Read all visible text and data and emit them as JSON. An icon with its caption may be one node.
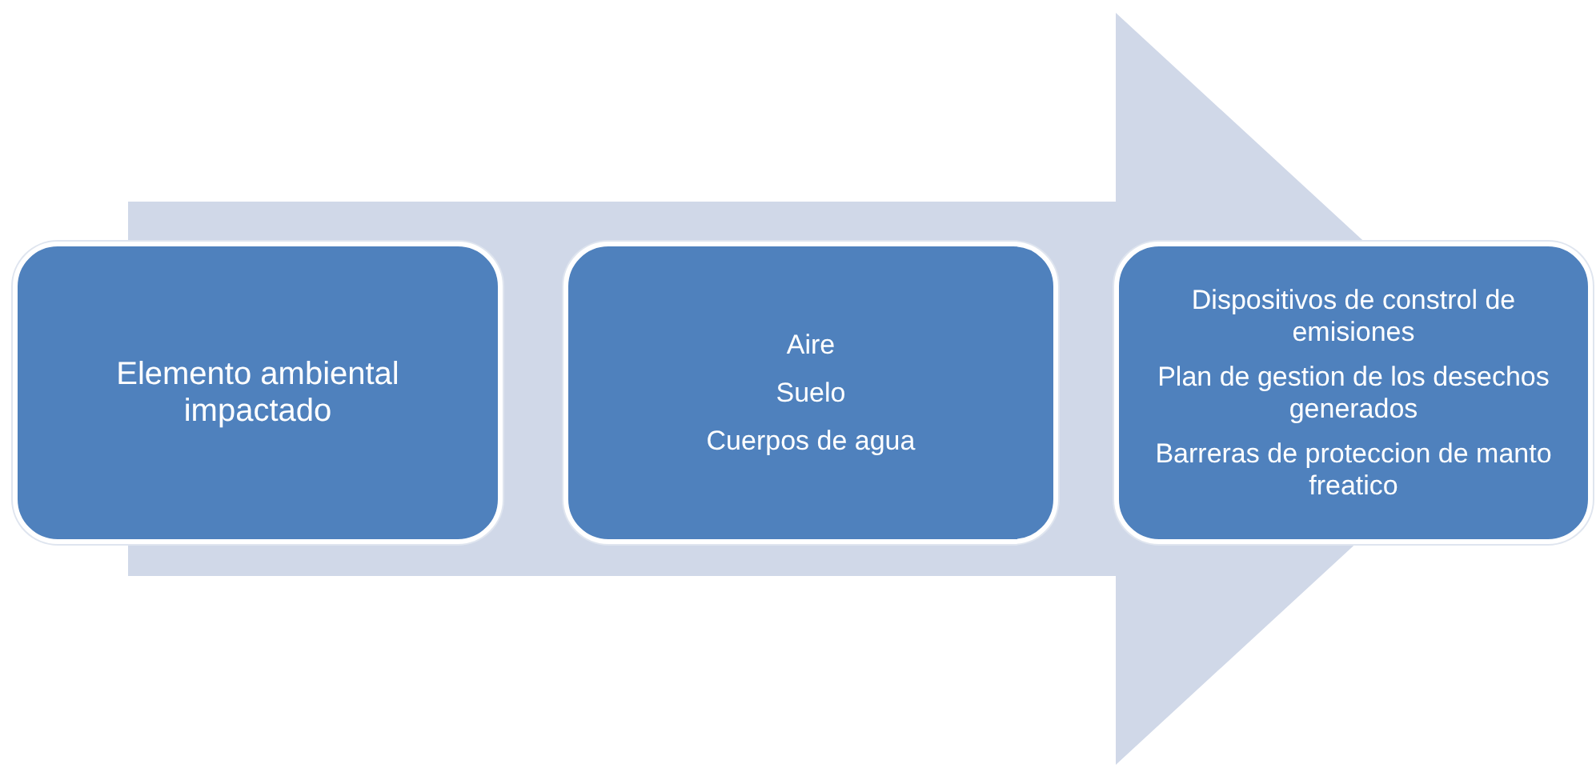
{
  "diagram": {
    "nodes": [
      {
        "text": [
          "Elemento ambiental impactado"
        ]
      },
      {
        "text": [
          "Aire",
          "Suelo",
          "Cuerpos de agua"
        ]
      },
      {
        "text": [
          "Dispositivos de constrol de emisiones",
          "Plan de gestion de los desechos generados",
          "Barreras de proteccion de manto freatico"
        ]
      }
    ],
    "edges": [
      {
        "from": 0,
        "to": 2,
        "arrow": "to"
      }
    ]
  }
}
